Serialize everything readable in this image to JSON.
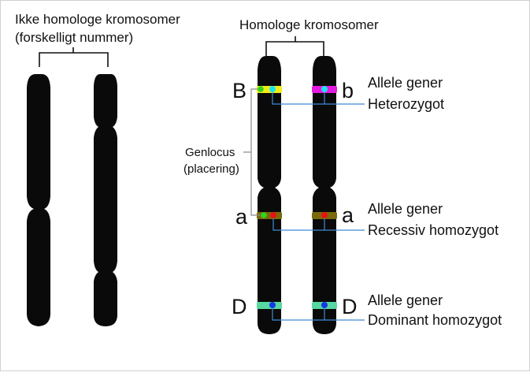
{
  "left_group": {
    "title_line1": "Ikke homologe kromosomer",
    "title_line2": "(forskelligt nummer)"
  },
  "right_group": {
    "title": "Homologe kromosomer"
  },
  "genlocus": {
    "line1": "Genlocus",
    "line2": "(placering)"
  },
  "loci": [
    {
      "left_letter": "B",
      "right_letter": "b",
      "label1": "Allele gener",
      "label2": "Heterozygot",
      "band_colors": [
        "#f0ee1a",
        "#e51adf"
      ],
      "allele_dot_colors": [
        "#19e6f0",
        "#19e6f0"
      ],
      "locus_dot_color": "#2fd51c"
    },
    {
      "left_letter": "a",
      "right_letter": "a",
      "label1": "Allele gener",
      "label2": "Recessiv homozygot",
      "band_colors": [
        "#7a6a0b",
        "#7a6a0b"
      ],
      "allele_dot_colors": [
        "#e61414",
        "#e61414"
      ],
      "locus_dot_color": "#2fd51c"
    },
    {
      "left_letter": "D",
      "right_letter": "D",
      "label1": "Allele gener",
      "label2": "Dominant homozygot",
      "band_colors": [
        "#58d7a0",
        "#58d7a0"
      ],
      "allele_dot_colors": [
        "#1438e6",
        "#1438e6"
      ],
      "locus_dot_color": null
    }
  ],
  "colors": {
    "chromosome": "#0a0a0a",
    "connector_line": "#3d8bd6",
    "bracket": "#111111"
  }
}
